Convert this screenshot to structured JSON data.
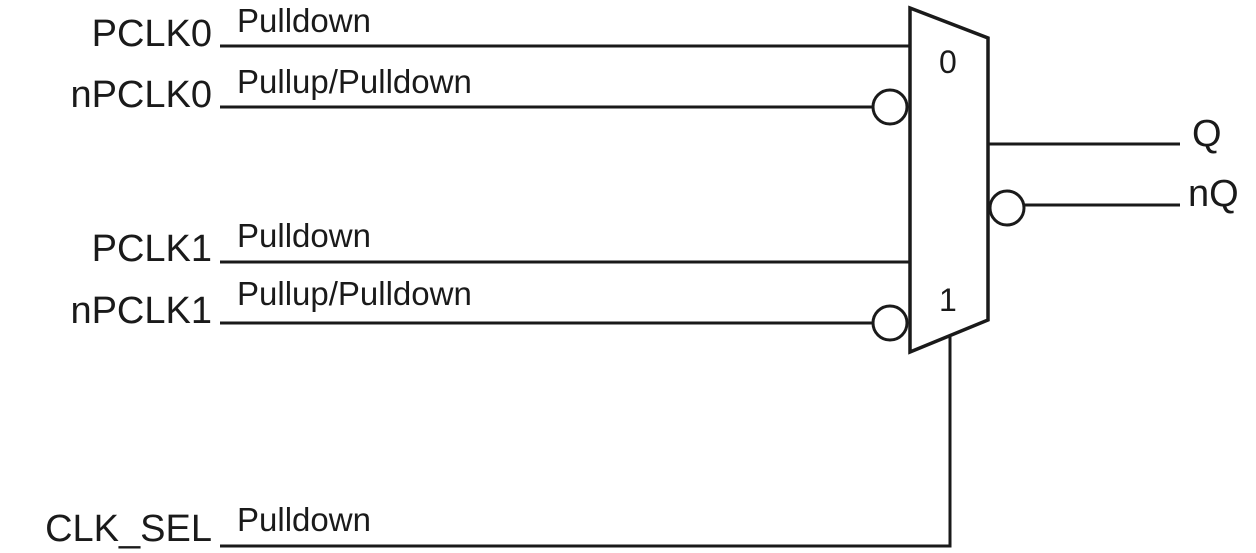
{
  "inputs": {
    "pclk0": {
      "pin": "PCLK0",
      "bias": "Pulldown"
    },
    "npclk0": {
      "pin": "nPCLK0",
      "bias": "Pullup/Pulldown"
    },
    "pclk1": {
      "pin": "PCLK1",
      "bias": "Pulldown"
    },
    "npclk1": {
      "pin": "nPCLK1",
      "bias": "Pullup/Pulldown"
    },
    "clk_sel": {
      "pin": "CLK_SEL",
      "bias": "Pulldown"
    }
  },
  "mux": {
    "select_0": "0",
    "select_1": "1"
  },
  "outputs": {
    "q": "Q",
    "nq": "nQ"
  }
}
